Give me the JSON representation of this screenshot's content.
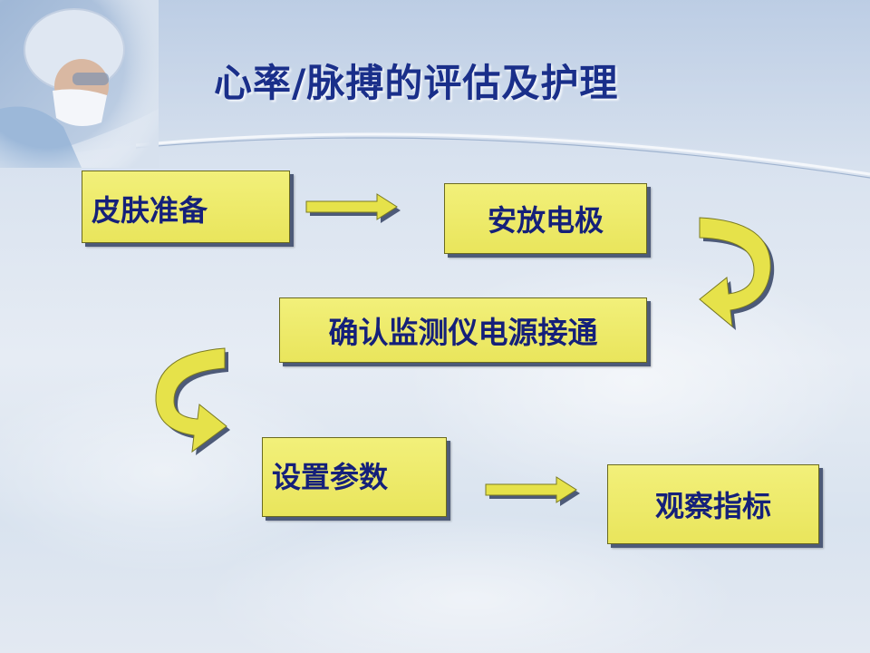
{
  "slide": {
    "title": "心率/脉搏的评估及护理"
  },
  "flow": {
    "steps": [
      {
        "label": "皮肤准备"
      },
      {
        "label": "安放电极"
      },
      {
        "label": "确认监测仪电源接通"
      },
      {
        "label": "设置参数"
      },
      {
        "label": "观察指标"
      }
    ]
  },
  "colors": {
    "title_text": "#1a2f8a",
    "box_fill": "#ece85e",
    "box_text": "#15207a",
    "box_shadow": "#4d5a78",
    "arrow_fill": "#e6e24a"
  },
  "icons": {
    "photo": "surgeon-photo"
  }
}
